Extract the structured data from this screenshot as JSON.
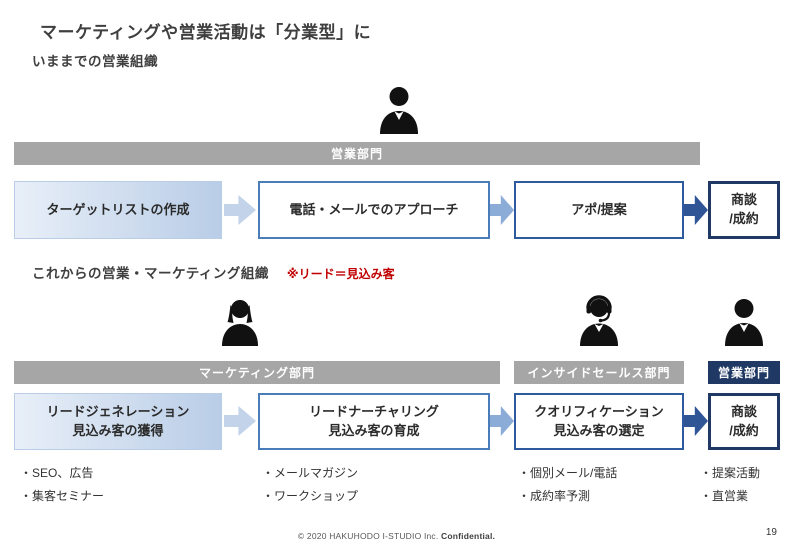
{
  "page": {
    "title": "マーケティングや営業活動は「分業型」に",
    "footer_copyright": "© 2020 HAKUHODO I-STUDIO Inc.",
    "footer_confidential": "Confidential.",
    "page_number": "19"
  },
  "colors": {
    "banner_gray": "#a6a6a6",
    "navy": "#1f3864",
    "mid_blue_border": "#4a7cba",
    "strong_blue_border": "#2e5b9f",
    "light_blue": "#b9cde7",
    "arrow_light": "#c3d4ea",
    "arrow_mid": "#8cacd8",
    "arrow_dark": "#2f5597",
    "note_red": "#c00000"
  },
  "icons": {
    "before_sales": "businessperson-icon",
    "marketer": "marketer-icon",
    "inside_sales": "headset-agent-icon",
    "field_sales": "businessperson-icon"
  },
  "before": {
    "heading": "いままでの営業組織",
    "banner": "営業部門",
    "steps": [
      {
        "label": "ターゲットリストの作成"
      },
      {
        "label": "電話・メールでのアプローチ"
      },
      {
        "label": "アポ/提案"
      },
      {
        "line1": "商談",
        "line2": "/成約"
      }
    ]
  },
  "after": {
    "heading": "これからの営業・マーケティング組織",
    "note": "※リード＝見込み客",
    "banners": [
      {
        "label": "マーケティング部門"
      },
      {
        "label": "インサイドセールス部門"
      },
      {
        "label": "営業部門"
      }
    ],
    "steps": [
      {
        "line1": "リードジェネレーション",
        "line2": "見込み客の獲得",
        "bullets": [
          "・SEO、広告",
          "・集客セミナー"
        ]
      },
      {
        "line1": "リードナーチャリング",
        "line2": "見込み客の育成",
        "bullets": [
          "・メールマガジン",
          "・ワークショップ"
        ]
      },
      {
        "line1": "クオリフィケーション",
        "line2": "見込み客の選定",
        "bullets": [
          "・個別メール/電話",
          "・成約率予測"
        ]
      },
      {
        "line1": "商談",
        "line2": "/成約",
        "bullets": [
          "・提案活動",
          "・直営業"
        ]
      }
    ]
  }
}
